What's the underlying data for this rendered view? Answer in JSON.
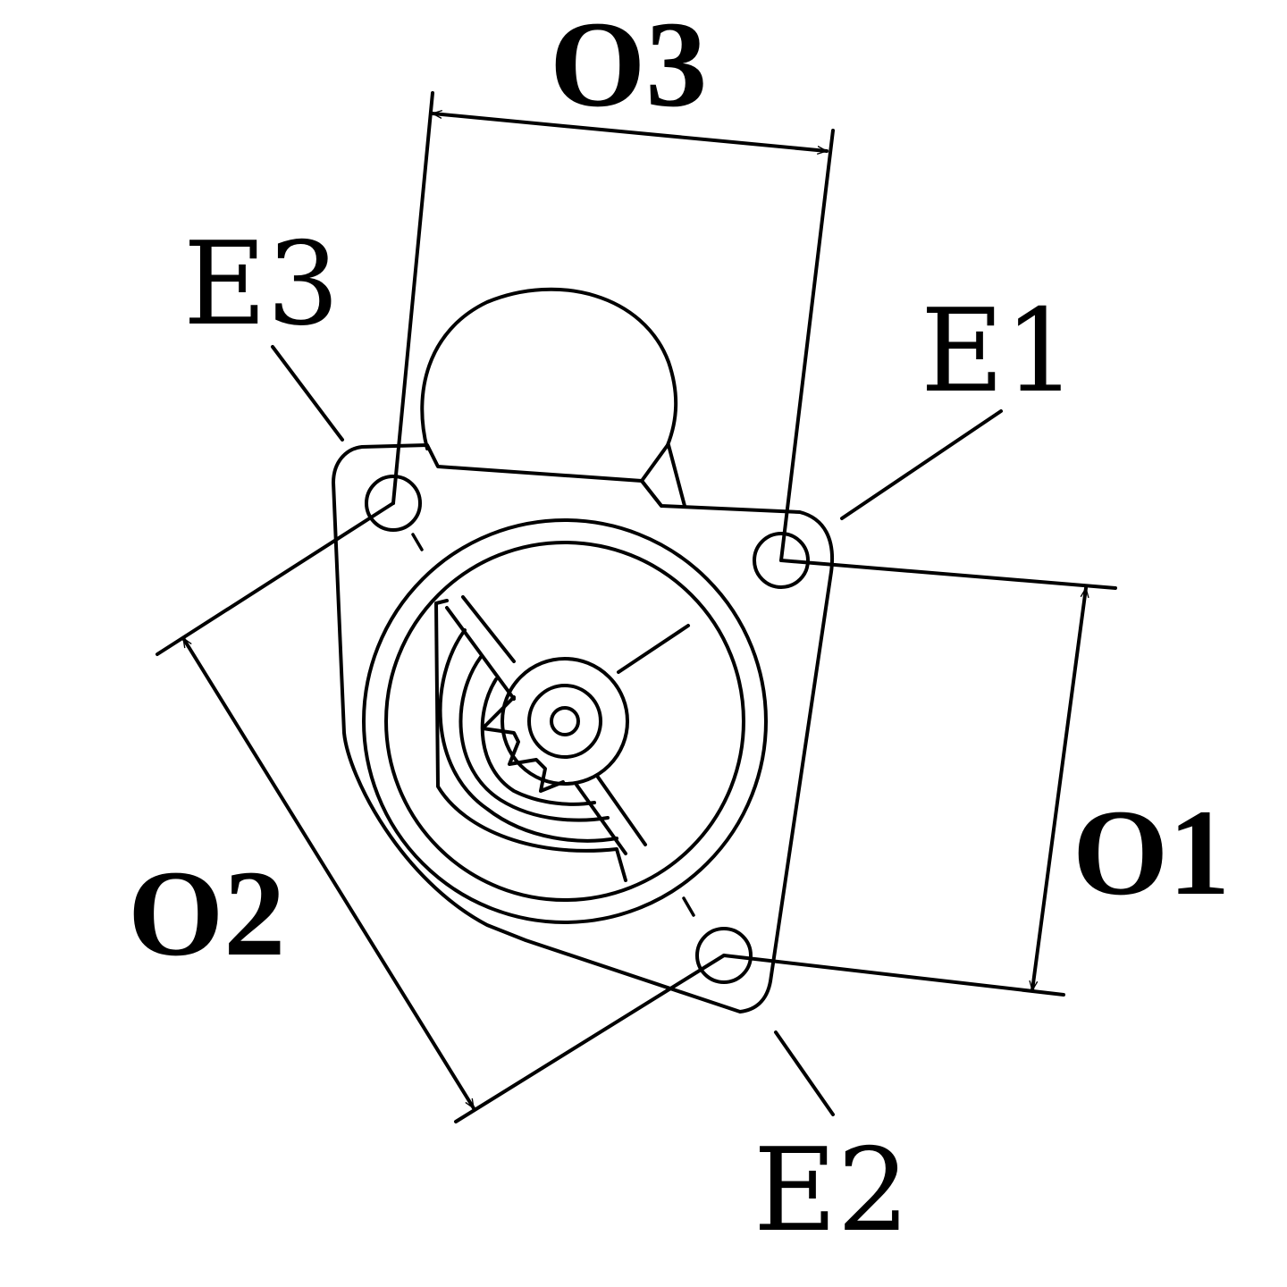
{
  "labels": {
    "o1": "O1",
    "o2": "O2",
    "o3": "O3",
    "e1": "E1",
    "e2": "E2",
    "e3": "E3"
  },
  "colors": {
    "line": "#000000",
    "background": "#ffffff"
  }
}
